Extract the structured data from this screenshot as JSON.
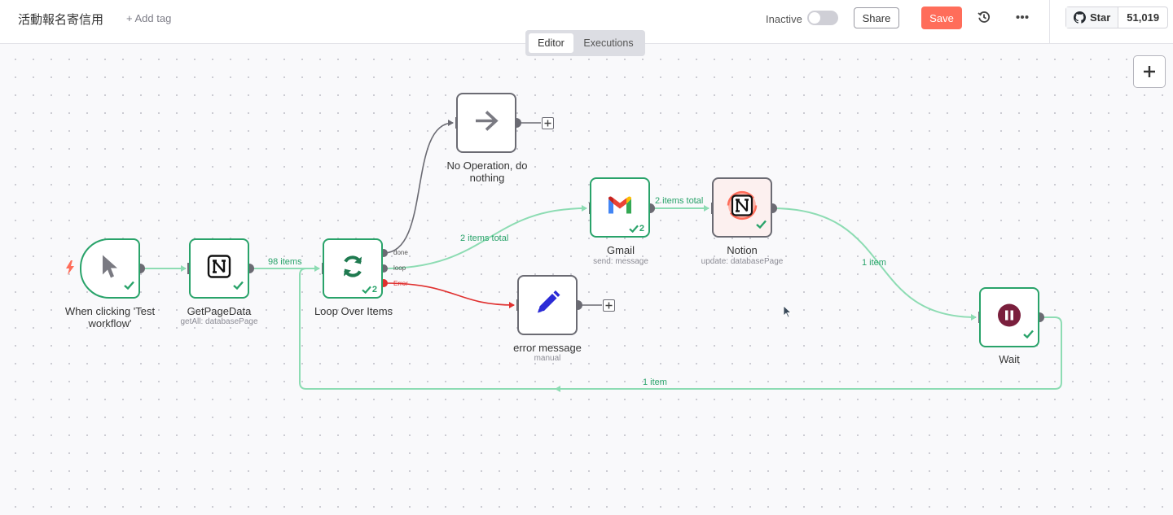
{
  "header": {
    "workflow_name": "活動報名寄信用",
    "add_tag": "+ Add tag",
    "active_label": "Inactive",
    "share": "Share",
    "save": "Save",
    "github_star": "Star",
    "github_count": "51,019"
  },
  "tabs": [
    {
      "label": "Editor",
      "active": true
    },
    {
      "label": "Executions",
      "active": false
    }
  ],
  "nodes": {
    "trigger": {
      "name": "When clicking 'Test workflow'",
      "sub": ""
    },
    "getpagedata": {
      "name": "GetPageData",
      "sub": "getAll: databasePage"
    },
    "loop": {
      "name": "Loop Over Items",
      "sub": "",
      "runs": "2"
    },
    "noop": {
      "name": "No Operation, do nothing",
      "sub": ""
    },
    "gmail": {
      "name": "Gmail",
      "sub": "send: message",
      "runs": "2"
    },
    "notion": {
      "name": "Notion",
      "sub": "update: databasePage"
    },
    "error": {
      "name": "error message",
      "sub": "manual"
    },
    "wait": {
      "name": "Wait",
      "sub": ""
    }
  },
  "ports": {
    "done": "done",
    "loop": "loop",
    "error": "Error"
  },
  "edge_labels": {
    "getpagedata_to_loop": "98 items",
    "loop_to_gmail": "2 items total",
    "gmail_to_notion": "2 items total",
    "notion_to_wait": "1 item",
    "wait_to_loop": "1 item"
  },
  "colors": {
    "accent": "#ff6d5a",
    "success": "#29a36a",
    "error": "#e0302f",
    "edge": "#8ddcb3"
  }
}
